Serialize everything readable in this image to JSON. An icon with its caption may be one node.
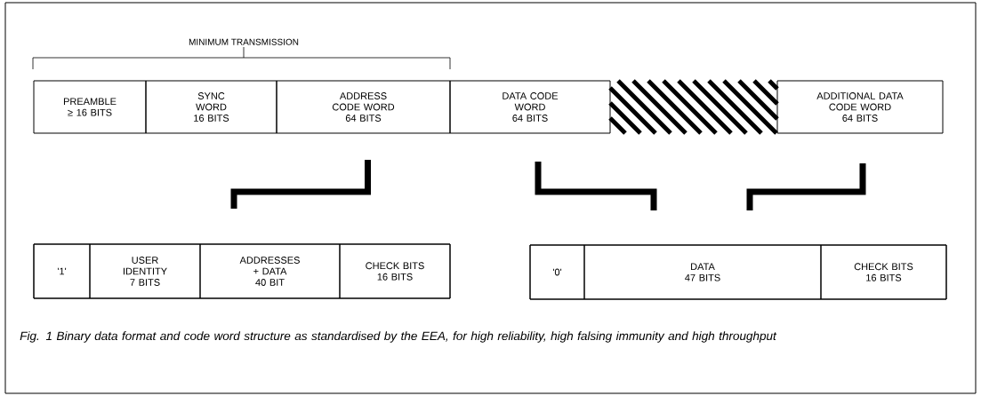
{
  "diagram": {
    "caption": "Fig. 1 Binary data format and code word structure as standardised by the EEA, for high reliability, high falsing immunity and high throughput",
    "nodes": [
      {
        "text": [
          "PREAMBLE",
          "≥ 16 BITS"
        ]
      },
      {
        "text": [
          "SYNC WORD",
          "16 BITS"
        ]
      },
      {
        "text": [
          "ADDRESS CODE WORD",
          "64 BITS"
        ]
      },
      {
        "text": [
          "DATA CODE WORD",
          "64 BITS"
        ]
      },
      {
        "text": [],
        "shape": "box"
      },
      {
        "text": [
          "ADDITIONAL DATA CODE WORD",
          "64 BITS"
        ]
      },
      {
        "text": [],
        "shape": "box"
      },
      {
        "text": [
          "'1'"
        ],
        "in": 6
      },
      {
        "text": [
          "USER IDENTITY",
          "7 BITS"
        ],
        "in": 6
      },
      {
        "text": [
          "ADDRESSES + DATA",
          "40 BIT"
        ],
        "in": 6
      },
      {
        "text": [
          "CHECK BITS",
          "16 BITS"
        ],
        "in": 6
      },
      {
        "text": [],
        "shape": "box"
      },
      {
        "text": [
          "'0'"
        ],
        "in": 11
      },
      {
        "text": [
          "DATA",
          "47 BITS"
        ],
        "in": 11
      },
      {
        "text": [
          "CHECK BITS",
          "16 BITS"
        ],
        "in": 11
      }
    ],
    "edges": [
      {
        "from": 2,
        "to": 6,
        "arrow": "none"
      },
      {
        "from": 3,
        "to": 11,
        "arrow": "none"
      },
      {
        "from": 5,
        "to": 11,
        "arrow": "none"
      }
    ],
    "labels": [
      "MINIMUM TRANSMISSION"
    ]
  }
}
